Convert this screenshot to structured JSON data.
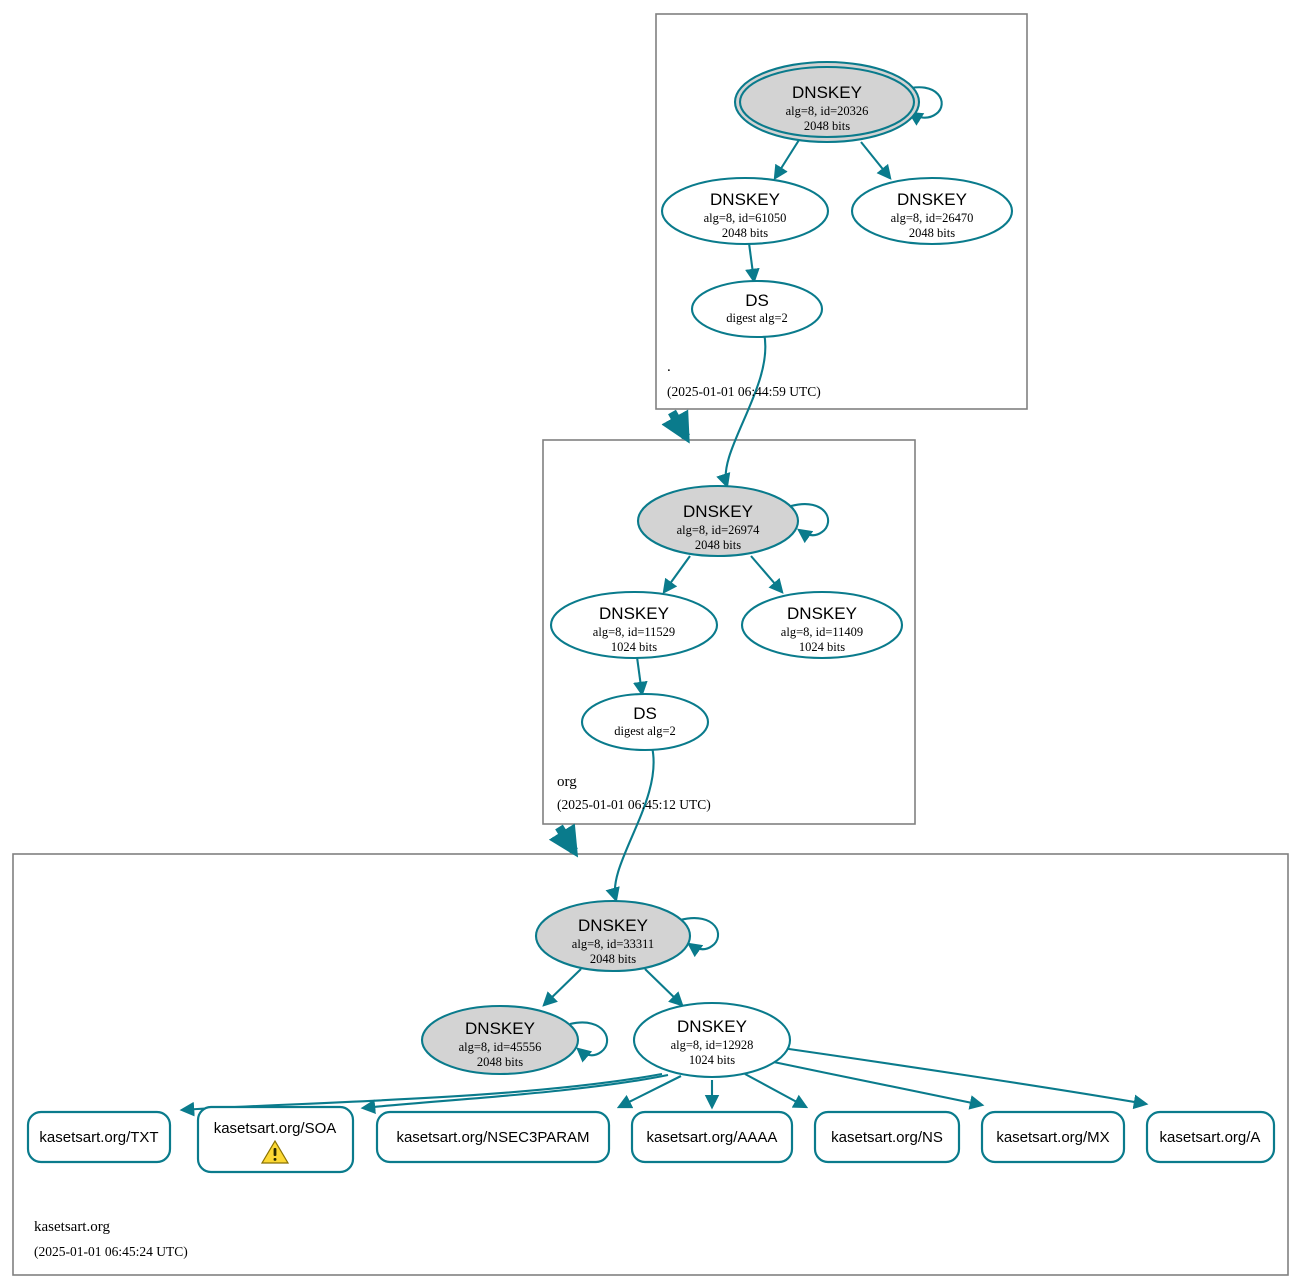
{
  "diagram": {
    "kind": "dnssec-authentication-chain",
    "accent_color": "#0a7b8c",
    "ksk_fill_color": "#d3d3d3",
    "zsk_fill_color": "#ffffff",
    "zone_border_color": "#808080",
    "warning_color": "#fcd834"
  },
  "zones": [
    {
      "id": "root",
      "name": ".",
      "timestamp": "(2025-01-01 06:44:59 UTC)",
      "nodes": [
        {
          "id": "root-ksk",
          "type": "DNSKEY",
          "title": "DNSKEY",
          "params": "alg=8, id=20326",
          "bits": "2048 bits",
          "alg": 8,
          "key_id": 20326,
          "key_size": 2048,
          "role": "trust-anchor-ksk",
          "trust_anchor": true,
          "shaded": true,
          "self_signed": true
        },
        {
          "id": "root-zsk-61050",
          "type": "DNSKEY",
          "title": "DNSKEY",
          "params": "alg=8, id=61050",
          "bits": "2048 bits",
          "alg": 8,
          "key_id": 61050,
          "key_size": 2048,
          "role": "zsk",
          "trust_anchor": false,
          "shaded": false,
          "self_signed": false
        },
        {
          "id": "root-zsk-26470",
          "type": "DNSKEY",
          "title": "DNSKEY",
          "params": "alg=8, id=26470",
          "bits": "2048 bits",
          "alg": 8,
          "key_id": 26470,
          "key_size": 2048,
          "role": "zsk",
          "trust_anchor": false,
          "shaded": false,
          "self_signed": false
        },
        {
          "id": "root-ds",
          "type": "DS",
          "title": "DS",
          "params": "digest alg=2",
          "bits": "",
          "digest_alg": 2,
          "role": "ds",
          "shaded": false
        }
      ]
    },
    {
      "id": "org",
      "name": "org",
      "timestamp": "(2025-01-01 06:45:12 UTC)",
      "nodes": [
        {
          "id": "org-ksk",
          "type": "DNSKEY",
          "title": "DNSKEY",
          "params": "alg=8, id=26974",
          "bits": "2048 bits",
          "alg": 8,
          "key_id": 26974,
          "key_size": 2048,
          "role": "ksk",
          "trust_anchor": false,
          "shaded": true,
          "self_signed": true
        },
        {
          "id": "org-zsk-11529",
          "type": "DNSKEY",
          "title": "DNSKEY",
          "params": "alg=8, id=11529",
          "bits": "1024 bits",
          "alg": 8,
          "key_id": 11529,
          "key_size": 1024,
          "role": "zsk",
          "trust_anchor": false,
          "shaded": false,
          "self_signed": false
        },
        {
          "id": "org-zsk-11409",
          "type": "DNSKEY",
          "title": "DNSKEY",
          "params": "alg=8, id=11409",
          "bits": "1024 bits",
          "alg": 8,
          "key_id": 11409,
          "key_size": 1024,
          "role": "zsk",
          "trust_anchor": false,
          "shaded": false,
          "self_signed": false
        },
        {
          "id": "org-ds",
          "type": "DS",
          "title": "DS",
          "params": "digest alg=2",
          "bits": "",
          "digest_alg": 2,
          "role": "ds",
          "shaded": false
        }
      ]
    },
    {
      "id": "kasetsart",
      "name": "kasetsart.org",
      "timestamp": "(2025-01-01 06:45:24 UTC)",
      "nodes": [
        {
          "id": "kst-ksk-33311",
          "type": "DNSKEY",
          "title": "DNSKEY",
          "params": "alg=8, id=33311",
          "bits": "2048 bits",
          "alg": 8,
          "key_id": 33311,
          "key_size": 2048,
          "role": "ksk",
          "trust_anchor": false,
          "shaded": true,
          "self_signed": true
        },
        {
          "id": "kst-ksk-45556",
          "type": "DNSKEY",
          "title": "DNSKEY",
          "params": "alg=8, id=45556",
          "bits": "2048 bits",
          "alg": 8,
          "key_id": 45556,
          "key_size": 2048,
          "role": "ksk",
          "trust_anchor": false,
          "shaded": true,
          "self_signed": true
        },
        {
          "id": "kst-zsk-12928",
          "type": "DNSKEY",
          "title": "DNSKEY",
          "params": "alg=8, id=12928",
          "bits": "1024 bits",
          "alg": 8,
          "key_id": 12928,
          "key_size": 1024,
          "role": "zsk",
          "trust_anchor": false,
          "shaded": false,
          "self_signed": false
        }
      ],
      "rrsets": [
        {
          "id": "rr-txt",
          "label": "kasetsart.org/TXT",
          "warning": false
        },
        {
          "id": "rr-soa",
          "label": "kasetsart.org/SOA",
          "warning": true
        },
        {
          "id": "rr-nsec3param",
          "label": "kasetsart.org/NSEC3PARAM",
          "warning": false
        },
        {
          "id": "rr-aaaa",
          "label": "kasetsart.org/AAAA",
          "warning": false
        },
        {
          "id": "rr-ns",
          "label": "kasetsart.org/NS",
          "warning": false
        },
        {
          "id": "rr-mx",
          "label": "kasetsart.org/MX",
          "warning": false
        },
        {
          "id": "rr-a",
          "label": "kasetsart.org/A",
          "warning": false
        }
      ]
    }
  ]
}
